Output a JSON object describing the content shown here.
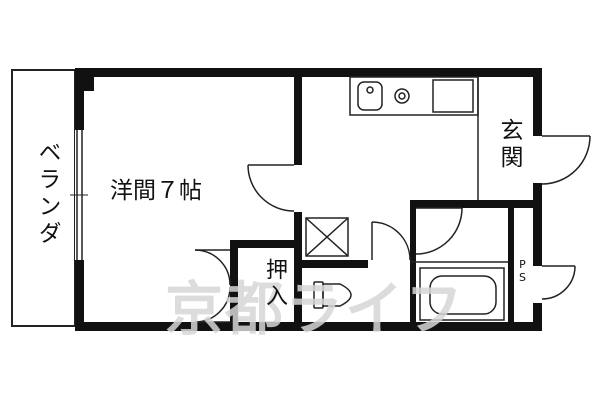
{
  "rooms": {
    "veranda": "ベランダ",
    "western_room": "洋間７帖",
    "entrance": "玄関",
    "closet": "押入",
    "pipe_space": "PS"
  },
  "watermark": "京都ライフ",
  "colors": {
    "wall": "#111111",
    "line": "#222222",
    "background": "#ffffff",
    "watermark": "#d6d6d6"
  }
}
